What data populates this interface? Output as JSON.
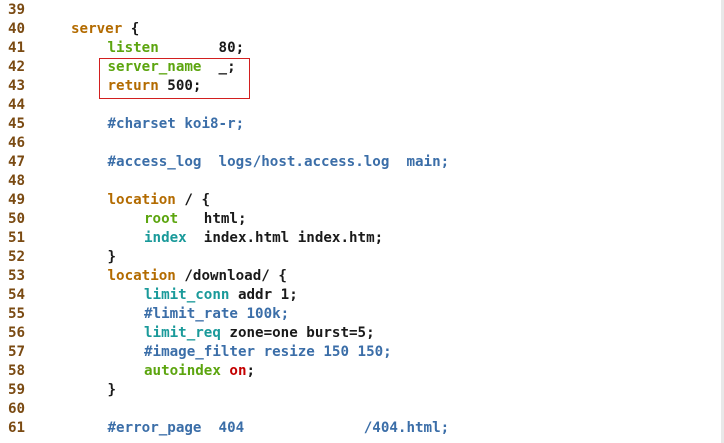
{
  "editor": {
    "lines": [
      {
        "n": "39",
        "indent": 0,
        "tokens": []
      },
      {
        "n": "40",
        "indent": 0,
        "tokens": [
          {
            "t": "kw",
            "v": "server"
          },
          {
            "t": "plain",
            "v": " {"
          }
        ]
      },
      {
        "n": "41",
        "indent": 1,
        "tokens": [
          {
            "t": "dir",
            "v": "listen"
          },
          {
            "t": "plain",
            "v": "       80;"
          }
        ]
      },
      {
        "n": "42",
        "indent": 1,
        "tokens": [
          {
            "t": "dir",
            "v": "server_name"
          },
          {
            "t": "plain",
            "v": "  _;"
          }
        ]
      },
      {
        "n": "43",
        "indent": 1,
        "tokens": [
          {
            "t": "kw",
            "v": "return"
          },
          {
            "t": "plain",
            "v": " 500;"
          }
        ]
      },
      {
        "n": "44",
        "indent": 0,
        "tokens": []
      },
      {
        "n": "45",
        "indent": 1,
        "tokens": [
          {
            "t": "cmt",
            "v": "#charset koi8-r;"
          }
        ]
      },
      {
        "n": "46",
        "indent": 0,
        "tokens": []
      },
      {
        "n": "47",
        "indent": 1,
        "tokens": [
          {
            "t": "cmt",
            "v": "#access_log  logs/host.access.log  main;"
          }
        ]
      },
      {
        "n": "48",
        "indent": 0,
        "tokens": []
      },
      {
        "n": "49",
        "indent": 1,
        "tokens": [
          {
            "t": "kw",
            "v": "location"
          },
          {
            "t": "plain",
            "v": " / {"
          }
        ]
      },
      {
        "n": "50",
        "indent": 2,
        "tokens": [
          {
            "t": "dir",
            "v": "root"
          },
          {
            "t": "plain",
            "v": "   html;"
          }
        ]
      },
      {
        "n": "51",
        "indent": 2,
        "tokens": [
          {
            "t": "dir2",
            "v": "index"
          },
          {
            "t": "plain",
            "v": "  index.html index.htm;"
          }
        ]
      },
      {
        "n": "52",
        "indent": 1,
        "tokens": [
          {
            "t": "plain",
            "v": "}"
          }
        ]
      },
      {
        "n": "53",
        "indent": 1,
        "tokens": [
          {
            "t": "kw",
            "v": "location"
          },
          {
            "t": "plain",
            "v": " /download/ {"
          }
        ]
      },
      {
        "n": "54",
        "indent": 2,
        "tokens": [
          {
            "t": "dir2",
            "v": "limit_conn"
          },
          {
            "t": "plain",
            "v": " addr 1;"
          }
        ]
      },
      {
        "n": "55",
        "indent": 2,
        "tokens": [
          {
            "t": "cmt",
            "v": "#limit_rate 100k;"
          }
        ]
      },
      {
        "n": "56",
        "indent": 2,
        "tokens": [
          {
            "t": "dir2",
            "v": "limit_req"
          },
          {
            "t": "plain",
            "v": " zone=one burst=5;"
          }
        ]
      },
      {
        "n": "57",
        "indent": 2,
        "tokens": [
          {
            "t": "cmt",
            "v": "#image_filter resize 150 150;"
          }
        ]
      },
      {
        "n": "58",
        "indent": 2,
        "tokens": [
          {
            "t": "dir",
            "v": "autoindex"
          },
          {
            "t": "plain",
            "v": " "
          },
          {
            "t": "val-red",
            "v": "on"
          },
          {
            "t": "plain",
            "v": ";"
          }
        ]
      },
      {
        "n": "59",
        "indent": 1,
        "tokens": [
          {
            "t": "plain",
            "v": "}"
          }
        ]
      },
      {
        "n": "60",
        "indent": 0,
        "tokens": []
      },
      {
        "n": "61",
        "indent": 1,
        "tokens": [
          {
            "t": "cmt",
            "v": "#error_page  404              /404.html;"
          }
        ]
      }
    ],
    "colors": {
      "line_number": "#7a4a12",
      "keyword": "#b36b00",
      "directive": "#5ca50f",
      "directive_alt": "#1a9a9a",
      "comment": "#3b6ea8",
      "value_on": "#c40000",
      "highlight_border": "#d21f1f",
      "background": "#ffffff"
    }
  }
}
